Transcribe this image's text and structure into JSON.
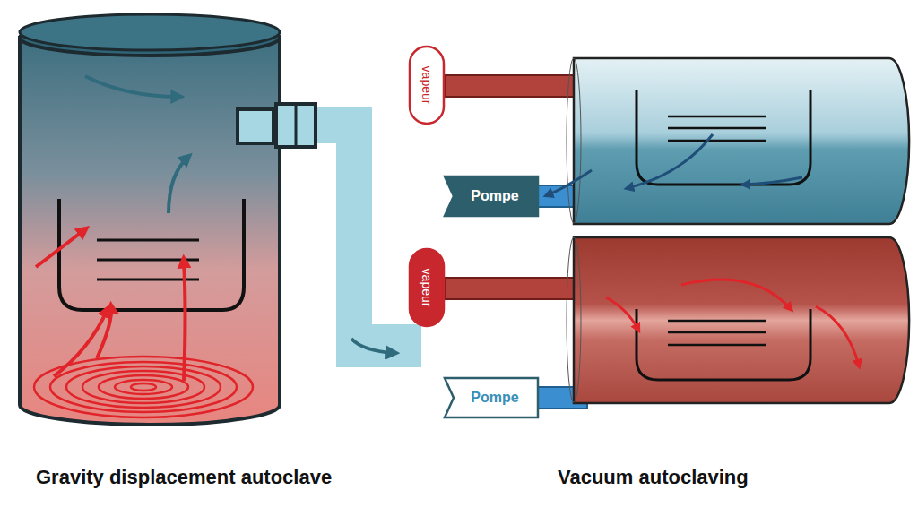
{
  "diagram": {
    "nodes": [
      {
        "text": [
          "vapeur"
        ]
      },
      {
        "text": [
          "Pompe"
        ]
      },
      {
        "text": [
          "vapeur"
        ]
      },
      {
        "text": [
          "Pompe"
        ]
      }
    ],
    "labels": [
      "Gravity displacement autoclave",
      "Vacuum autoclaving"
    ]
  }
}
